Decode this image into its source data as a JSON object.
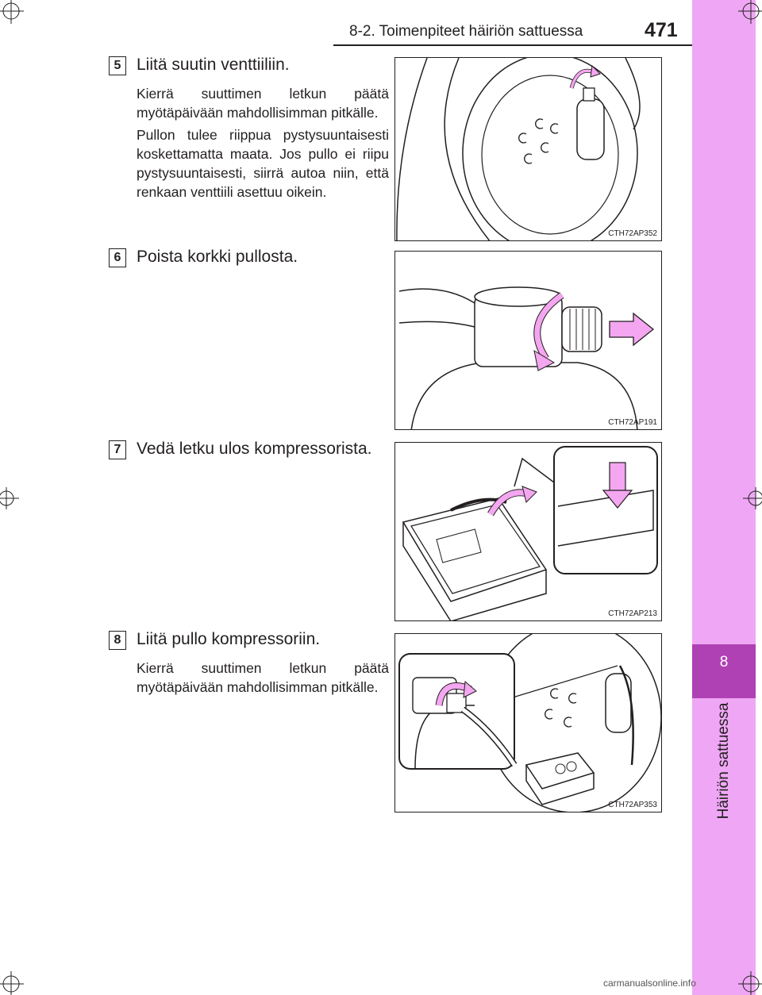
{
  "header": {
    "title": "8-2. Toimenpiteet häiriön sattuessa",
    "page_number": "471"
  },
  "side_tab": {
    "chapter_number": "8",
    "chapter_label": "Häiriön sattuessa",
    "color": "#efa7f5",
    "dark_color": "#b041b4"
  },
  "steps": [
    {
      "number": "5",
      "heading": "Liitä suutin venttiiliin.",
      "paragraphs": [
        "Kierrä suuttimen letkun päätä myötäpäivään mahdollisimman pitkälle.",
        "Pullon tulee riippua pystysuuntaisesti koskettamatta maata. Jos pullo ei riipu pystysuuntaisesti, siirrä autoa niin, että renkaan venttiili asettuu oikein."
      ],
      "figure_code": "CTH72AP352"
    },
    {
      "number": "6",
      "heading": "Poista korkki pullosta.",
      "paragraphs": [],
      "figure_code": "CTH72AP191"
    },
    {
      "number": "7",
      "heading": "Vedä letku ulos kompressorista.",
      "paragraphs": [],
      "figure_code": "CTH72AP213"
    },
    {
      "number": "8",
      "heading": "Liitä pullo kompressoriin.",
      "paragraphs": [
        "Kierrä suuttimen letkun päätä myötäpäivään mahdollisimman pitkälle."
      ],
      "figure_code": "CTH72AP353"
    }
  ],
  "footer": {
    "watermark": "carmanualsonline.info"
  },
  "colors": {
    "arrow_fill": "#f4a6f0",
    "text": "#231f20"
  }
}
